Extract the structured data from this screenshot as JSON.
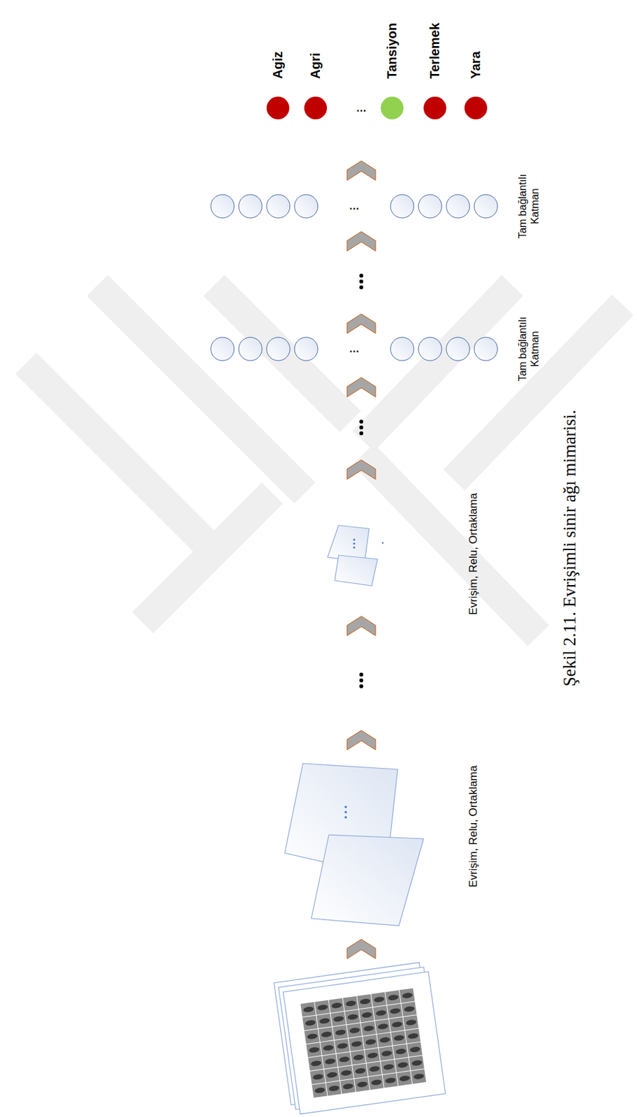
{
  "diagram": {
    "caption": "Şekil 2.11. Evrişimli sinir ağı mimarisi.",
    "nodes": [
      {
        "text": [
          "Agiz"
        ]
      },
      {
        "text": [
          "Agri"
        ]
      },
      {
        "text": [
          "Tansiyon"
        ]
      },
      {
        "text": [
          "Terlemek"
        ]
      },
      {
        "text": [
          "Yara"
        ]
      }
    ],
    "labels": [
      "Evrişim, Relu, Ortaklama",
      "Evrişim, Relu, Ortaklama",
      "Tam bağlantılı Katman",
      "Tam bağlantılı Katman",
      "…",
      "…",
      "…"
    ]
  }
}
